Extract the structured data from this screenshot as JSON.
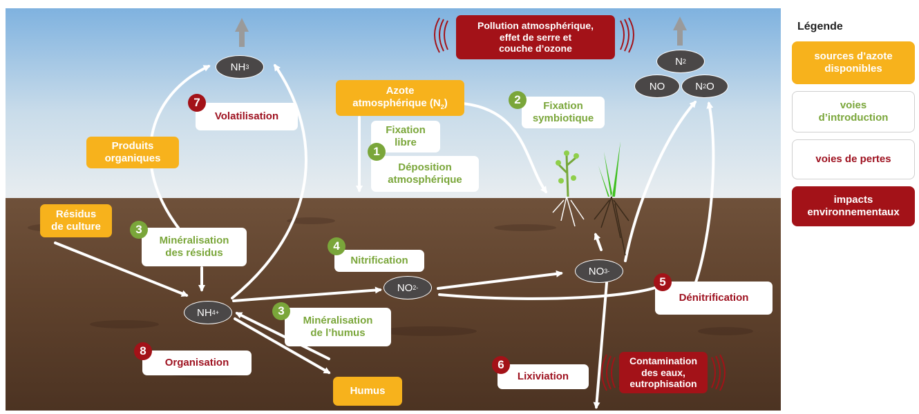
{
  "legend": {
    "title": "Légende",
    "items": [
      {
        "label": "sources d’azote\ndisponibles",
        "kind": "source"
      },
      {
        "label": "voies\nd’introduction",
        "kind": "intro"
      },
      {
        "label": "voies de pertes",
        "kind": "loss"
      },
      {
        "label": "impacts\nenvironnementaux",
        "kind": "impact"
      }
    ]
  },
  "sources": {
    "azote_atmo": "Azote\natmosphérique (N",
    "azote_atmo_sub": "2",
    "azote_atmo_end": ")",
    "produits_org": "Produits\norganiques",
    "residus": "Résidus\nde culture",
    "humus": "Humus"
  },
  "intro": {
    "fixation_libre": "Fixation\nlibre",
    "deposition": "Déposition\natmosphérique",
    "fixation_symb": "Fixation\nsymbiotique",
    "mineral_residus": "Minéralisation\ndes résidus",
    "nitrification": "Nitrification",
    "mineral_humus": "Minéralisation\nde l’humus"
  },
  "losses": {
    "volatilisation": "Volatilisation",
    "denitrification": "Dénitrification",
    "lixiviation": "Lixiviation",
    "organisation": "Organisation"
  },
  "impacts": {
    "pollution": "Pollution atmosphérique,\neffet de serre et\ncouche d’ozone",
    "contamination": "Contamination\ndes eaux,\neutrophisation"
  },
  "numbers": {
    "n1": "1",
    "n2": "2",
    "n3a": "3",
    "n3b": "3",
    "n4": "4",
    "n5": "5",
    "n6": "6",
    "n7": "7",
    "n8": "8"
  },
  "compounds": {
    "nh3": "NH",
    "nh3_sub": "3",
    "n2": "N",
    "n2_sub": "2",
    "no": "NO",
    "n2o_n": "N",
    "n2o_sub": "2",
    "n2o_o": "O",
    "no2": "NO",
    "no2_sub": "2",
    "no2_sup": "-",
    "no3": "NO",
    "no3_sub": "3",
    "no3_sup": "-",
    "nh4": "NH",
    "nh4_sub": "4",
    "nh4_sup": "+"
  },
  "colors": {
    "source": "#f7b21c",
    "intro_text": "#7aa63a",
    "loss_text": "#9e1220",
    "impact": "#a31218",
    "sky_top": "#7fb2df",
    "soil": "#6b4a33"
  }
}
